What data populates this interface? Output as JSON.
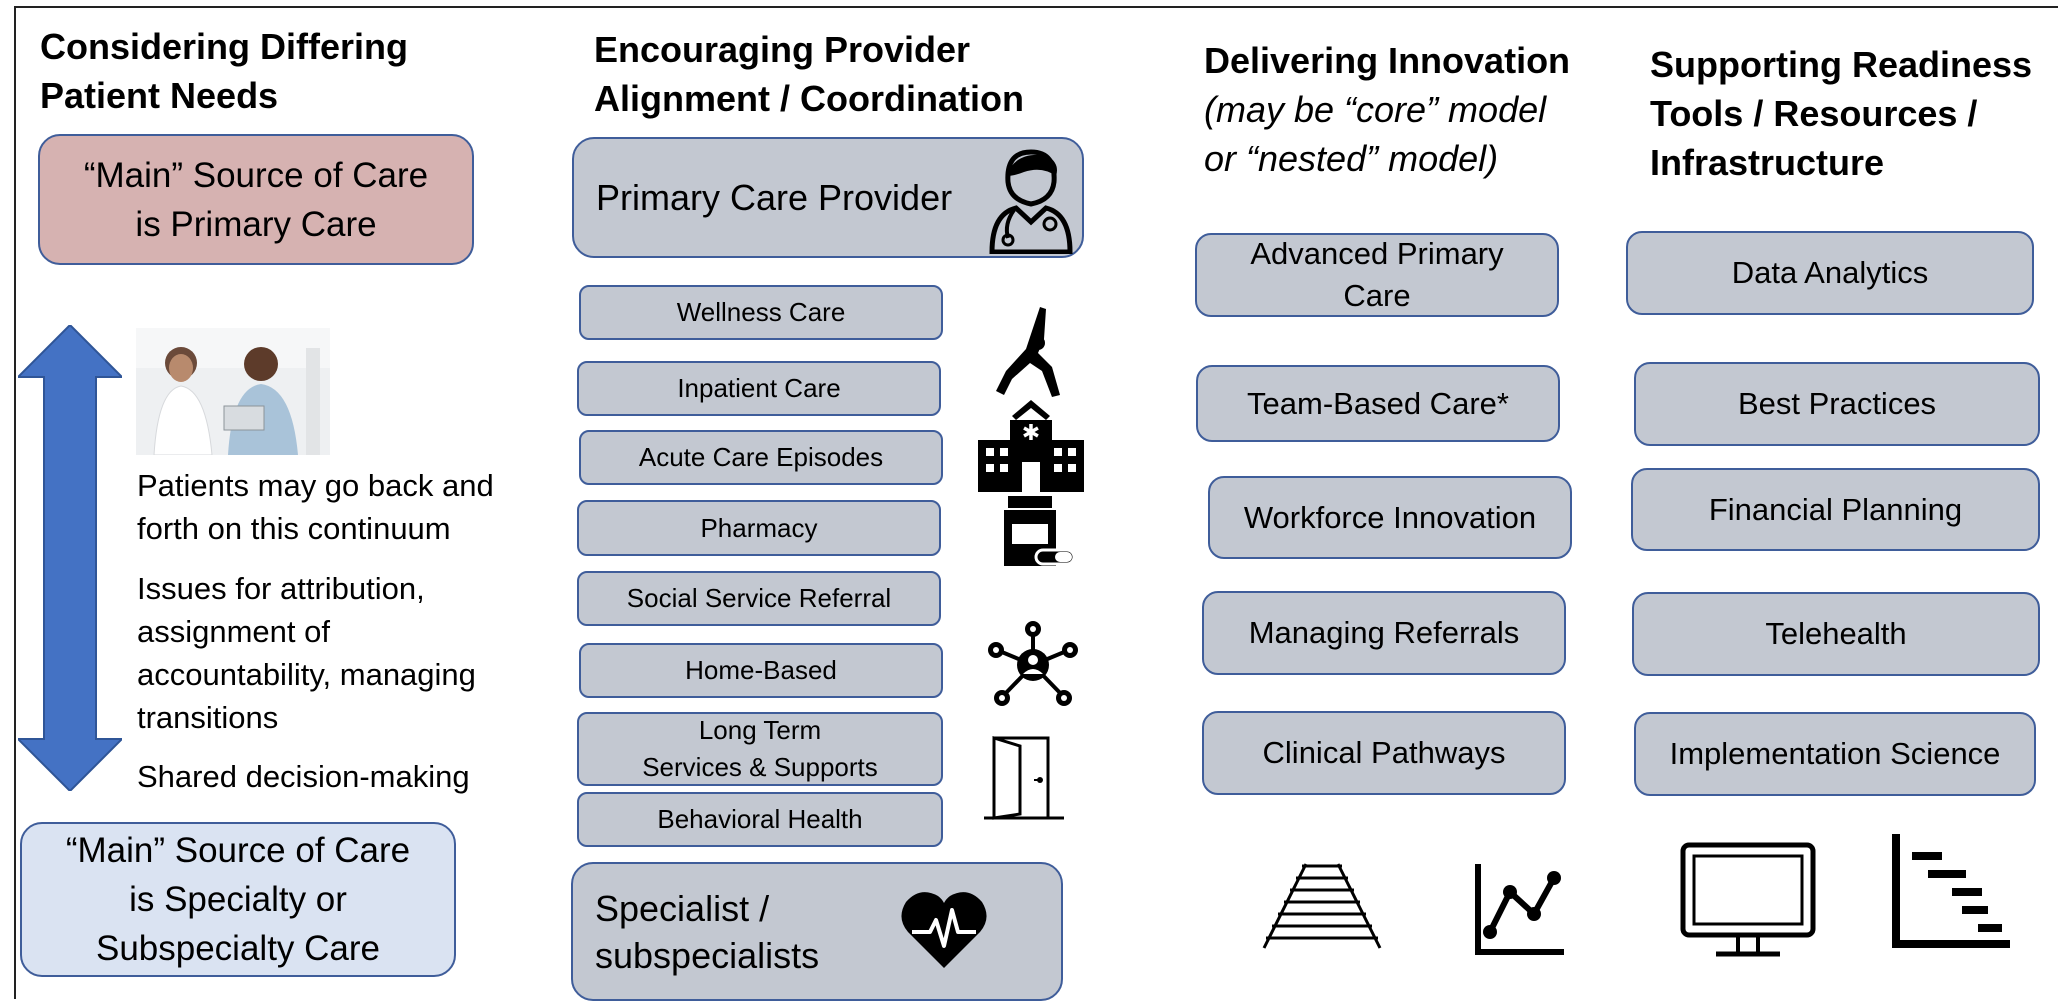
{
  "columns": {
    "patient_needs": {
      "heading_line1": "Considering Differing",
      "heading_line2": "Patient Needs",
      "top_box_line1": "“Main” Source of Care",
      "top_box_line2": "is Primary Care",
      "bottom_box_line1": "“Main” Source of Care",
      "bottom_box_line2": "is Specialty or",
      "bottom_box_line3": "Subspecialty Care",
      "note1_line1": "Patients may go back and",
      "note1_line2": "forth on this continuum",
      "note2_line1": "Issues for attribution,",
      "note2_line2": "assignment of",
      "note2_line3": "accountability, managing",
      "note2_line4": "transitions",
      "note3": "Shared decision-making",
      "arrow_color": "#4472c4"
    },
    "provider_alignment": {
      "heading_line1": "Encouraging Provider",
      "heading_line2": "Alignment / Coordination",
      "primary_care": "Primary Care Provider",
      "items": [
        "Wellness Care",
        "Inpatient Care",
        "Acute Care Episodes",
        "Pharmacy",
        "Social Service Referral",
        "Home-Based"
      ],
      "ltss_line1": "Long Term",
      "ltss_line2": "Services & Supports",
      "behavioral": "Behavioral Health",
      "specialist_line1": "Specialist /",
      "specialist_line2": "subspecialists",
      "icons": [
        "doctor-icon",
        "exercise-icon",
        "hospital-icon",
        "pill-bottle-icon",
        "network-icon",
        "door-icon",
        "heartbeat-icon"
      ]
    },
    "innovation": {
      "heading": "Delivering Innovation",
      "subheading_line1": "(may be “core” model",
      "subheading_line2": "or “nested” model)",
      "apc_line1": "Advanced Primary",
      "apc_line2": "Care",
      "items": [
        "Team-Based Care*",
        "Workforce Innovation",
        "Managing Referrals",
        "Clinical Pathways"
      ],
      "icons": [
        "railroad-track-icon",
        "line-chart-icon"
      ]
    },
    "readiness": {
      "heading_line1": "Supporting Readiness",
      "heading_line2": "Tools / Resources /",
      "heading_line3": "Infrastructure",
      "items": [
        "Data Analytics",
        "Best Practices",
        "Financial Planning",
        "Telehealth",
        "Implementation Science"
      ],
      "icons": [
        "monitor-icon",
        "gantt-chart-icon"
      ]
    }
  },
  "colors": {
    "box_fill": "#c3c8d1",
    "box_border": "#3f5d9a",
    "pink_fill": "#d6b2b1",
    "light_fill": "#dae3f2"
  }
}
